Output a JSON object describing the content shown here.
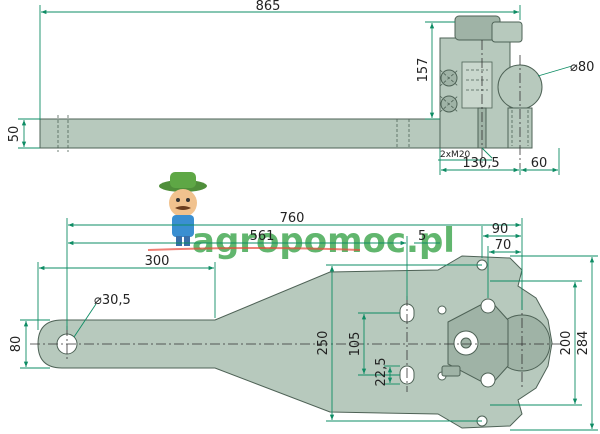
{
  "watermark": {
    "brand_text": "agropomoc.pl",
    "color_green": "#3aa54a",
    "color_red": "#e84a3a"
  },
  "side_view": {
    "dim_total_length": "865",
    "dim_height": "157",
    "dim_bar_thickness": "50",
    "dim_ball_diameter": "⌀80",
    "dim_thread": "2xM20",
    "dim_bolt_spacing": "130,5",
    "dim_ball_offset": "60"
  },
  "top_view": {
    "dim_760": "760",
    "dim_561": "561",
    "dim_5": "5",
    "dim_300": "300",
    "dim_90": "90",
    "dim_70": "70",
    "dim_hole_diameter": "⌀30,5",
    "dim_80": "80",
    "dim_250": "250",
    "dim_105": "105",
    "dim_22_5": "22,5",
    "dim_200": "200",
    "dim_284": "284"
  }
}
